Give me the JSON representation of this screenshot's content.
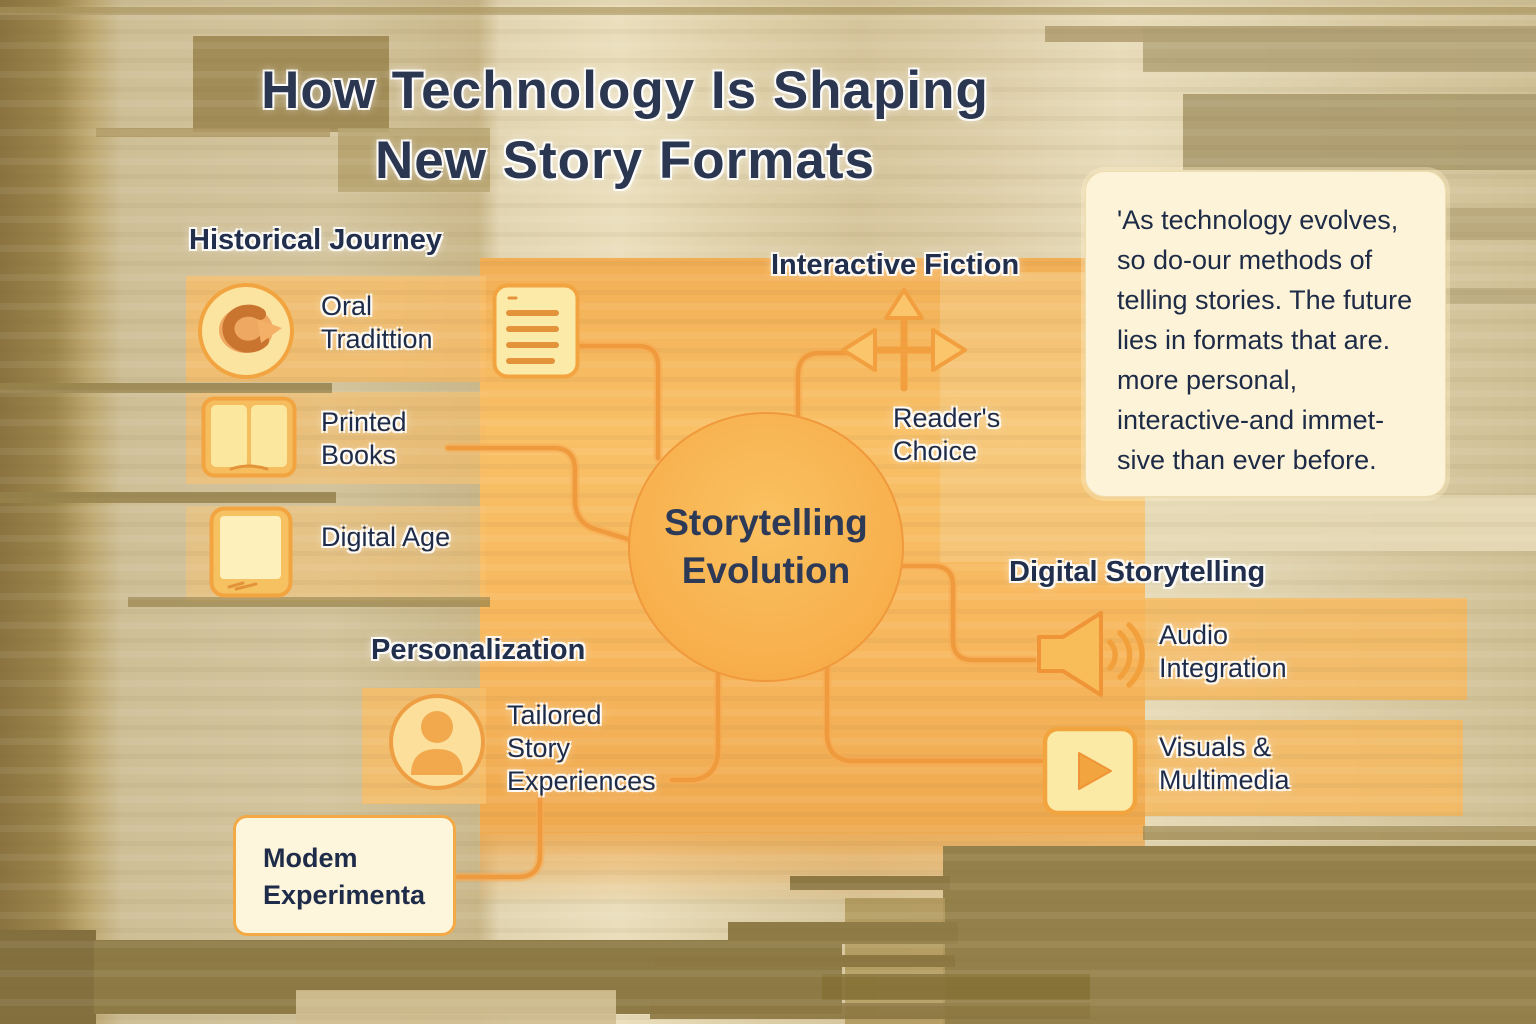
{
  "title": {
    "line1": "How Technology Is Shaping",
    "line2": "New Story Formats"
  },
  "center_node": {
    "label": "Storytelling\nEvolution"
  },
  "branches": {
    "historical": {
      "heading": "Historical Journey",
      "items": [
        {
          "icon": "speech-swirl-icon",
          "label": "Oral\nTradittion"
        },
        {
          "icon": "open-book-icon",
          "label": "Printed\nBooks"
        },
        {
          "icon": "tablet-icon",
          "label": "Digital Age"
        }
      ]
    },
    "interactive": {
      "heading": "Interactive Fiction",
      "items": [
        {
          "icon": "branching-arrows-icon",
          "label": "Reader's\nChoice"
        }
      ]
    },
    "personalization": {
      "heading": "Personalization",
      "items": [
        {
          "icon": "person-icon",
          "label": "Tailored\nStory\nExperiences"
        },
        {
          "icon": "rounded-card",
          "label": "Modem\nExperimenta"
        }
      ]
    },
    "digital": {
      "heading": "Digital Storytelling",
      "items": [
        {
          "icon": "speaker-icon",
          "label": "Audio\nIntegration"
        },
        {
          "icon": "play-button-icon",
          "label": "Visuals &\nMultimedia"
        }
      ]
    }
  },
  "quote": {
    "text": "'As technology evolves,\nso do-our methods of\ntelling stories. The future\nlies in formats that are.\nmore personal,\ninteractive-and immet-\nsive than ever before."
  },
  "colors": {
    "accent_orange": "#f29e3f",
    "node_fill": "#f9b250",
    "text_navy": "#22304d",
    "panel_cream": "#fcf3d8"
  }
}
